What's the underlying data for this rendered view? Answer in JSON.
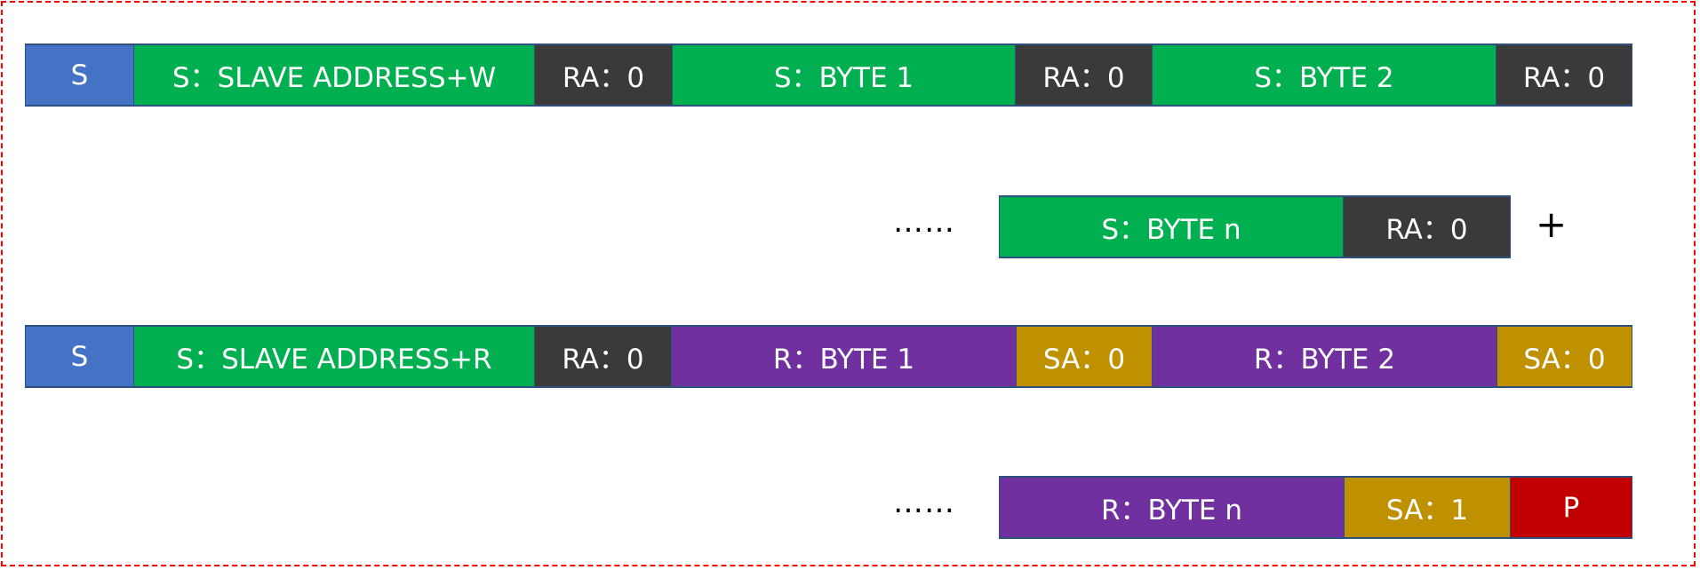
{
  "colors": {
    "start": "#4472c4",
    "slave": "#00b050",
    "ack": "#3a3a3a",
    "read": "#7030a0",
    "master_ack": "#bf9000",
    "stop": "#c00000",
    "frame_border": "#ff0000"
  },
  "rows": [
    {
      "segments": [
        {
          "text": "S",
          "kind": "start"
        },
        {
          "text": "S：SLAVE ADDRESS+W",
          "kind": "slave"
        },
        {
          "text": "RA：0",
          "kind": "ack"
        },
        {
          "text": "S：BYTE 1",
          "kind": "slave"
        },
        {
          "text": "RA：0",
          "kind": "ack"
        },
        {
          "text": "S：BYTE 2",
          "kind": "slave"
        },
        {
          "text": "RA：0",
          "kind": "ack"
        }
      ]
    },
    {
      "ellipsis": "……",
      "segments": [
        {
          "text": "S：BYTE n",
          "kind": "slave"
        },
        {
          "text": "RA：0",
          "kind": "ack"
        }
      ],
      "suffix": "+"
    },
    {
      "segments": [
        {
          "text": "S",
          "kind": "start"
        },
        {
          "text": "S：SLAVE ADDRESS+R",
          "kind": "slave"
        },
        {
          "text": "RA：0",
          "kind": "ack"
        },
        {
          "text": "R：BYTE 1",
          "kind": "read"
        },
        {
          "text": "SA：0",
          "kind": "master_ack"
        },
        {
          "text": "R：BYTE 2",
          "kind": "read"
        },
        {
          "text": "SA：0",
          "kind": "master_ack"
        }
      ]
    },
    {
      "ellipsis": "……",
      "segments": [
        {
          "text": "R：BYTE n",
          "kind": "read"
        },
        {
          "text": "SA：1",
          "kind": "master_ack"
        },
        {
          "text": "P",
          "kind": "stop"
        }
      ]
    }
  ]
}
